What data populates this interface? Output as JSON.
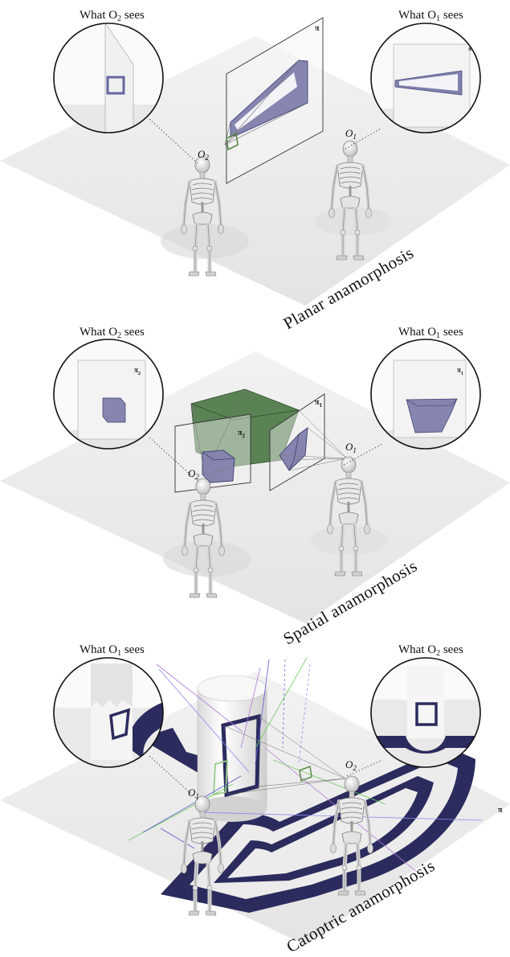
{
  "panels": [
    {
      "caption": "Planar anamorphosis",
      "left_view": {
        "prefix": "What O",
        "sub": "2",
        "suffix": " sees"
      },
      "right_view": {
        "prefix": "What O",
        "sub": "1",
        "suffix": " sees"
      },
      "left_observer": {
        "letter": "O",
        "sub": "2"
      },
      "right_observer": {
        "letter": "O",
        "sub": "1"
      },
      "plane_label": "π",
      "right_inset_plane_label": "π"
    },
    {
      "caption": "Spatial anamorphosis",
      "left_view": {
        "prefix": "What O",
        "sub": "2",
        "suffix": " sees"
      },
      "right_view": {
        "prefix": "What O",
        "sub": "1",
        "suffix": " sees"
      },
      "left_observer": {
        "letter": "O",
        "sub": "2"
      },
      "right_observer": {
        "letter": "O",
        "sub": "1"
      },
      "left_plane_label": {
        "letter": "π",
        "sub": "2"
      },
      "right_plane_label": {
        "letter": "π",
        "sub": "1"
      },
      "left_inset_plane_label": {
        "letter": "π",
        "sub": "2"
      },
      "right_inset_plane_label": {
        "letter": "π",
        "sub": "1"
      }
    },
    {
      "caption": "Catoptric anamorphosis",
      "left_view": {
        "prefix": "What O",
        "sub": "1",
        "suffix": " sees"
      },
      "right_view": {
        "prefix": "What O",
        "sub": "2",
        "suffix": " sees"
      },
      "left_observer": {
        "letter": "O",
        "sub": "1"
      },
      "right_observer": {
        "letter": "O",
        "sub": "2"
      },
      "plane_label": "π"
    }
  ],
  "colors": {
    "floor": "#ececec",
    "anamorph_fill": "#8585b0",
    "anamorph_stroke": "#4f4f86",
    "mirror_band": "#2b2b5e",
    "cube_green": "#3f6e3a",
    "frame_green": "#5c8a4c",
    "ray_blue": "#5a5ad0",
    "ray_green": "#6acc5a",
    "ray_purple": "#b07ad8"
  }
}
